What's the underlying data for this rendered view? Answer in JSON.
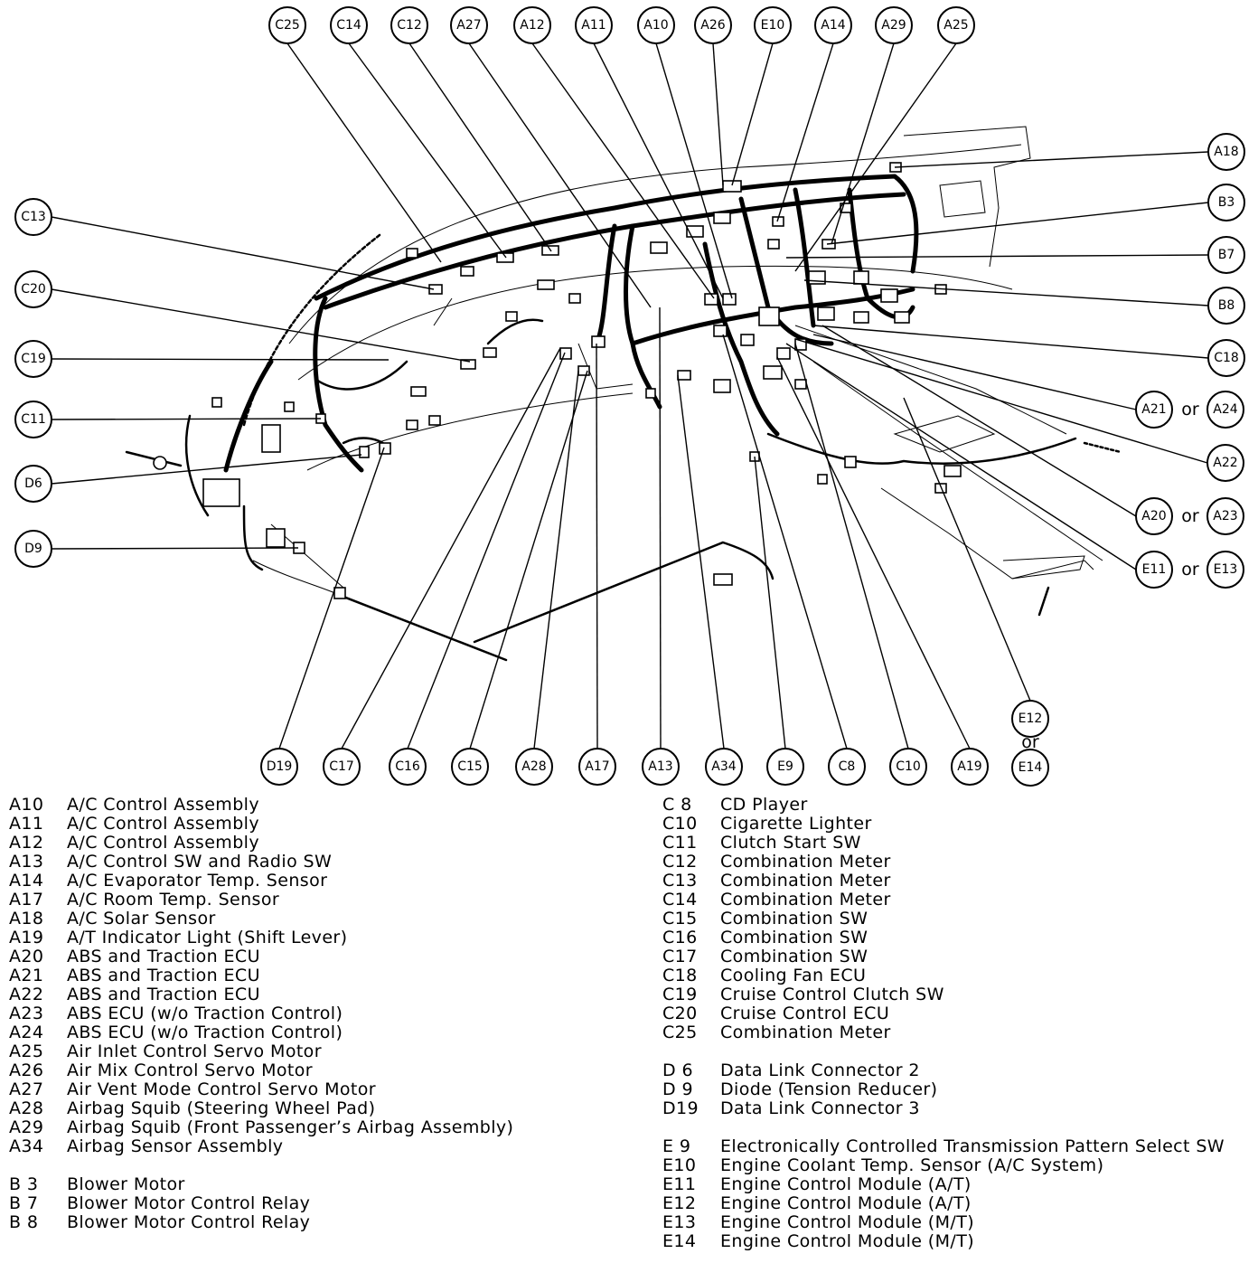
{
  "callouts": {
    "top": [
      "C25",
      "C14",
      "C12",
      "A27",
      "A12",
      "A11",
      "A10",
      "A26",
      "E10",
      "A14",
      "A29",
      "A25"
    ],
    "left": [
      "C13",
      "C20",
      "C19",
      "C11",
      "D6",
      "D9"
    ],
    "right": [
      "A18",
      "B3",
      "B7",
      "B8",
      "C18"
    ],
    "right_or": [
      {
        "a": "A21",
        "or": "or",
        "b": "A24"
      },
      {
        "a": "A22"
      },
      {
        "a": "A20",
        "or": "or",
        "b": "A23"
      },
      {
        "a": "E11",
        "or": "or",
        "b": "E13"
      }
    ],
    "bottom": [
      "D19",
      "C17",
      "C16",
      "C15",
      "A28",
      "A17",
      "A13",
      "A34",
      "E9",
      "C8",
      "C10",
      "A19"
    ],
    "bottom_stack": {
      "a": "E12",
      "or": "or",
      "b": "E14"
    }
  },
  "legend_left": [
    {
      "code": "A10",
      "desc": "A/C Control Assembly"
    },
    {
      "code": "A11",
      "desc": "A/C Control Assembly"
    },
    {
      "code": "A12",
      "desc": "A/C Control Assembly"
    },
    {
      "code": "A13",
      "desc": "A/C Control SW and Radio SW"
    },
    {
      "code": "A14",
      "desc": "A/C Evaporator Temp. Sensor"
    },
    {
      "code": "A17",
      "desc": "A/C Room Temp. Sensor"
    },
    {
      "code": "A18",
      "desc": "A/C Solar Sensor"
    },
    {
      "code": "A19",
      "desc": "A/T Indicator Light (Shift Lever)"
    },
    {
      "code": "A20",
      "desc": "ABS and Traction ECU"
    },
    {
      "code": "A21",
      "desc": "ABS and Traction ECU"
    },
    {
      "code": "A22",
      "desc": "ABS and Traction ECU"
    },
    {
      "code": "A23",
      "desc": "ABS ECU (w/o Traction Control)"
    },
    {
      "code": "A24",
      "desc": "ABS ECU (w/o Traction Control)"
    },
    {
      "code": "A25",
      "desc": "Air Inlet Control Servo Motor"
    },
    {
      "code": "A26",
      "desc": "Air Mix Control Servo Motor"
    },
    {
      "code": "A27",
      "desc": "Air Vent Mode Control Servo Motor"
    },
    {
      "code": "A28",
      "desc": "Airbag Squib (Steering Wheel Pad)"
    },
    {
      "code": "A29",
      "desc": "Airbag Squib (Front Passenger’s Airbag Assembly)"
    },
    {
      "code": "A34",
      "desc": "Airbag Sensor Assembly"
    },
    {
      "code": "",
      "desc": ""
    },
    {
      "code": "B 3",
      "desc": "Blower Motor"
    },
    {
      "code": "B 7",
      "desc": "Blower Motor Control Relay"
    },
    {
      "code": "B 8",
      "desc": "Blower Motor Control Relay"
    }
  ],
  "legend_right": [
    {
      "code": "C 8",
      "desc": "CD Player"
    },
    {
      "code": "C10",
      "desc": "Cigarette Lighter"
    },
    {
      "code": "C11",
      "desc": "Clutch Start SW"
    },
    {
      "code": "C12",
      "desc": "Combination Meter"
    },
    {
      "code": "C13",
      "desc": "Combination Meter"
    },
    {
      "code": "C14",
      "desc": "Combination Meter"
    },
    {
      "code": "C15",
      "desc": "Combination SW"
    },
    {
      "code": "C16",
      "desc": "Combination SW"
    },
    {
      "code": "C17",
      "desc": "Combination SW"
    },
    {
      "code": "C18",
      "desc": "Cooling Fan ECU"
    },
    {
      "code": "C19",
      "desc": "Cruise Control Clutch SW"
    },
    {
      "code": "C20",
      "desc": "Cruise Control ECU"
    },
    {
      "code": "C25",
      "desc": "Combination Meter"
    },
    {
      "code": "",
      "desc": ""
    },
    {
      "code": "D 6",
      "desc": "Data Link Connector 2"
    },
    {
      "code": "D 9",
      "desc": "Diode (Tension Reducer)"
    },
    {
      "code": "D19",
      "desc": "Data Link Connector 3"
    },
    {
      "code": "",
      "desc": ""
    },
    {
      "code": "E 9",
      "desc": "Electronically Controlled Transmission Pattern Select SW"
    },
    {
      "code": "E10",
      "desc": "Engine Coolant Temp. Sensor (A/C System)"
    },
    {
      "code": "E11",
      "desc": "Engine Control Module (A/T)"
    },
    {
      "code": "E12",
      "desc": "Engine Control Module (A/T)"
    },
    {
      "code": "E13",
      "desc": "Engine Control Module (M/T)"
    },
    {
      "code": "E14",
      "desc": "Engine Control Module (M/T)"
    }
  ]
}
